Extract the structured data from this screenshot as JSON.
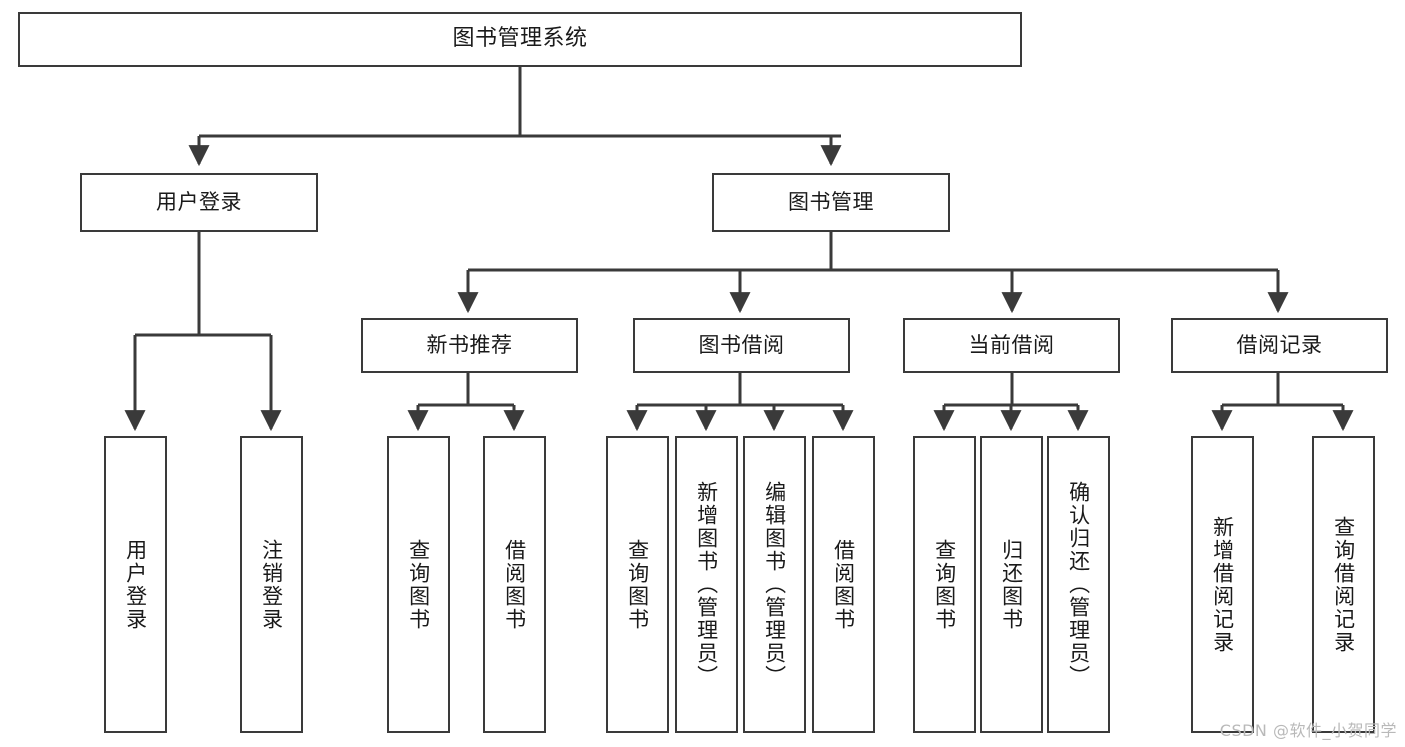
{
  "diagram": {
    "title": "图书管理系统",
    "type": "tree",
    "watermark": "CSDN @软件_小贺同学",
    "colors": {
      "background": "#ffffff",
      "box_border": "#3a3a3a",
      "box_fill": "#ffffff",
      "connector": "#3a3a3a",
      "text": "#1a1a1a",
      "watermark": "#b9b9b9"
    },
    "root": {
      "label": "图书管理系统"
    },
    "level2": [
      {
        "label": "用户登录"
      },
      {
        "label": "图书管理"
      }
    ],
    "level3": [
      {
        "label": "新书推荐"
      },
      {
        "label": "图书借阅"
      },
      {
        "label": "当前借阅"
      },
      {
        "label": "借阅记录"
      }
    ],
    "leaves": {
      "user_login": [
        {
          "label": "用户登录"
        },
        {
          "label": "注销登录"
        }
      ],
      "new_book_recommend": [
        {
          "label": "查询图书"
        },
        {
          "label": "借阅图书"
        }
      ],
      "book_borrow": [
        {
          "label": "查询图书"
        },
        {
          "label": "新增图书（管理员）"
        },
        {
          "label": "编辑图书（管理员）"
        },
        {
          "label": "借阅图书"
        }
      ],
      "current_borrow": [
        {
          "label": "查询图书"
        },
        {
          "label": "归还图书"
        },
        {
          "label": "确认归还（管理员）"
        }
      ],
      "borrow_records": [
        {
          "label": "新增借阅记录"
        },
        {
          "label": "查询借阅记录"
        }
      ]
    }
  }
}
